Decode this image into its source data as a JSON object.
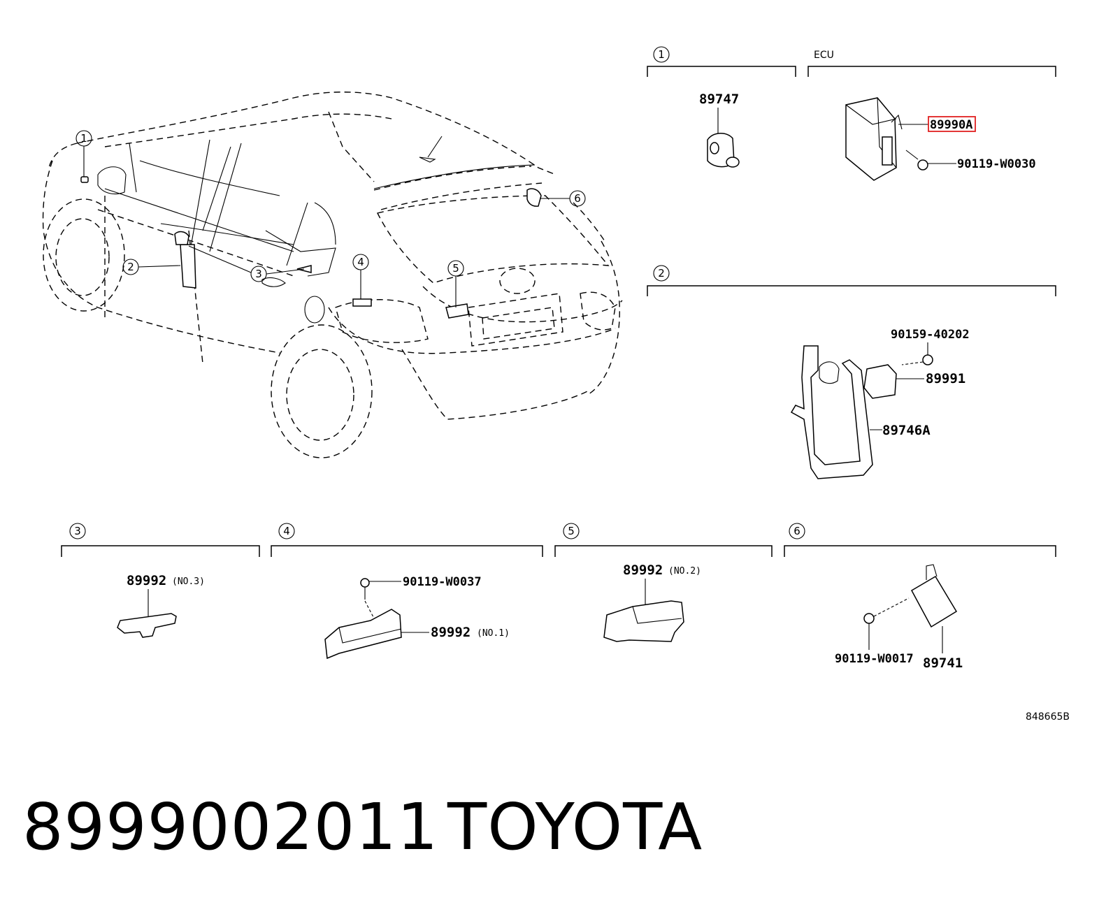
{
  "callouts": {
    "c1": "1",
    "c2": "2",
    "c3": "3",
    "c4": "4",
    "c5": "5",
    "c6": "6"
  },
  "group_1": {
    "ecu_label": "ECU",
    "part_89747": "89747",
    "part_89990A": "89990A",
    "part_90119_W0030": "90119-W0030",
    "highlight_color": "#e02020"
  },
  "group_2": {
    "part_90159_40202": "90159-40202",
    "part_89991": "89991",
    "part_89746A": "89746A"
  },
  "group_3": {
    "part": "89992",
    "note": "(NO.3)"
  },
  "group_4": {
    "bolt": "90119-W0037",
    "part": "89992",
    "note": "(NO.1)"
  },
  "group_5": {
    "part": "89992",
    "note": "(NO.2)"
  },
  "group_6": {
    "bolt": "90119-W0017",
    "part": "89741"
  },
  "diagram_ref": "848665B",
  "footer": {
    "part_number": "8999002011",
    "brand": "TOYOTA"
  }
}
